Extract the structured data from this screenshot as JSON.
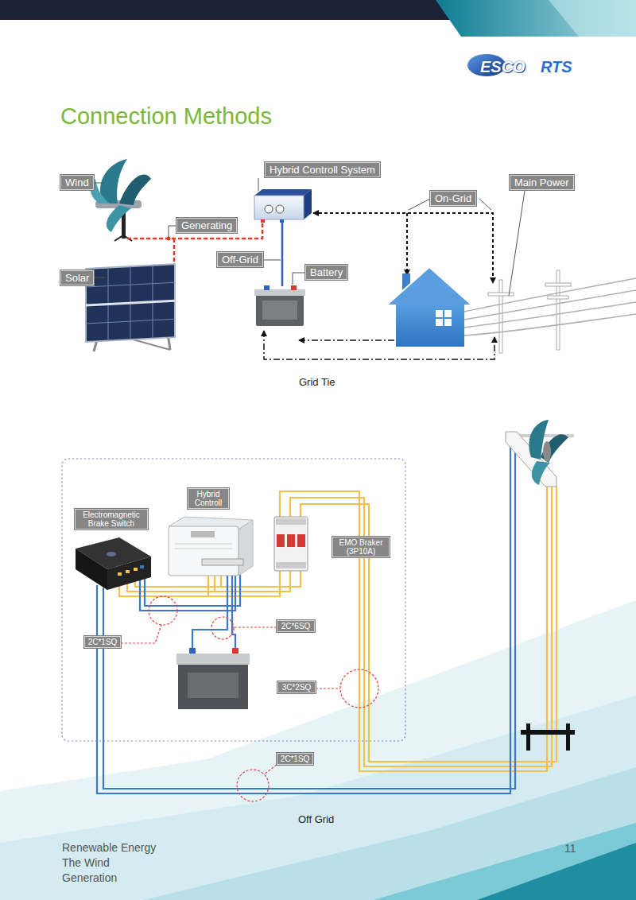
{
  "diagram": {
    "title": "Connection Methods",
    "nodes": [
      {
        "text": [
          "Wind"
        ]
      },
      {
        "text": [
          "Hybrid Controll System"
        ]
      },
      {
        "text": [
          "On-Grid"
        ]
      },
      {
        "text": [
          "Main Power"
        ]
      },
      {
        "text": [
          "Generating"
        ]
      },
      {
        "text": [
          "Off-Grid"
        ]
      },
      {
        "text": [
          "Solar"
        ]
      },
      {
        "text": [
          "Battery"
        ]
      },
      {
        "text": [
          "Hybrid Controll"
        ]
      },
      {
        "text": [
          "Electromagnetic Brake Switch"
        ]
      },
      {
        "text": [
          "EMO Braker (3P10A)"
        ]
      },
      {
        "text": [
          "2C*1SQ"
        ]
      },
      {
        "text": [
          "2C*6SQ"
        ]
      },
      {
        "text": [
          "3C*2SQ"
        ]
      },
      {
        "text": [
          "2C*1SQ"
        ]
      }
    ],
    "labels": [
      "ESCO",
      "RTS",
      "Grid Tie",
      "Off Grid",
      "Renewable Energy The Wind Generation",
      "11"
    ]
  }
}
